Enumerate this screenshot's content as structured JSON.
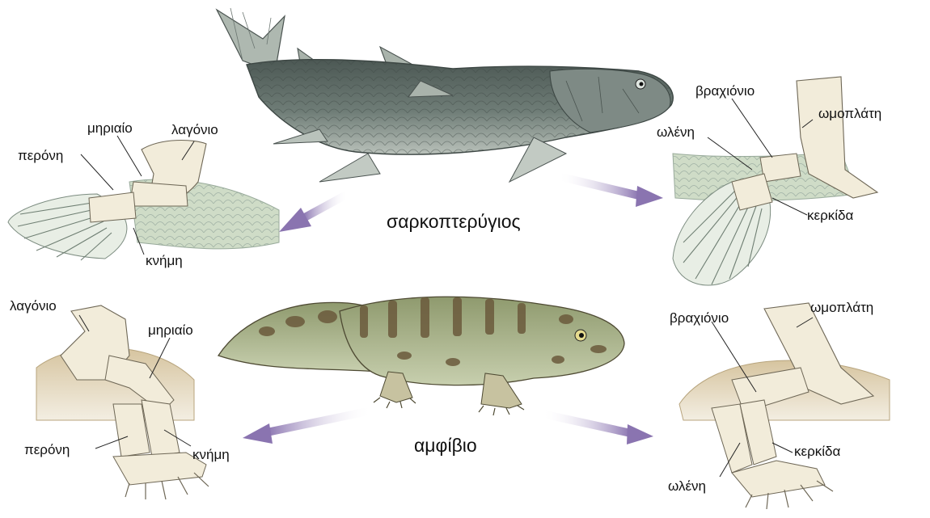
{
  "captions": {
    "fish": "σαρκοπτερύγιος",
    "amphibian": "αμφίβιο"
  },
  "fish_hind_fin": {
    "pelvis": "λαγόνιο",
    "femur": "μηριαίο",
    "fibula": "περόνη",
    "tibia": "κνήμη"
  },
  "fish_front_fin": {
    "humerus": "βραχιόνιο",
    "scapula": "ωμοπλάτη",
    "ulna": "ωλένη",
    "radius": "κερκίδα"
  },
  "amphibian_hind_limb": {
    "pelvis": "λαγόνιο",
    "femur": "μηριαίο",
    "fibula": "περόνη",
    "tibia": "κνήμη"
  },
  "amphibian_front_limb": {
    "humerus": "βραχιόνιο",
    "scapula": "ωμοπλάτη",
    "radius": "κερκίδα",
    "ulna": "ωλένη"
  },
  "colors": {
    "fish_body": "#5f6d68",
    "amphibian_body": "#a9b58c",
    "amphibian_spots": "#6b5a3c",
    "bone": "#f2ecda",
    "arrow": "#8a74b0",
    "body_backdrop": "#cfdcc7"
  }
}
